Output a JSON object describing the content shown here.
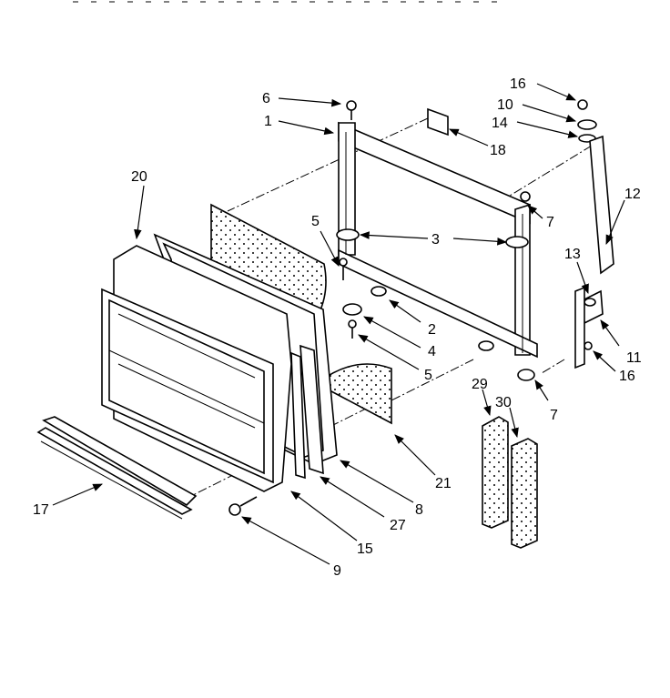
{
  "callouts": [
    {
      "id": "c1",
      "text": "1"
    },
    {
      "id": "c2",
      "text": "2"
    },
    {
      "id": "c3",
      "text": "3"
    },
    {
      "id": "c4",
      "text": "4"
    },
    {
      "id": "c5a",
      "text": "5"
    },
    {
      "id": "c5b",
      "text": "5"
    },
    {
      "id": "c6",
      "text": "6"
    },
    {
      "id": "c7a",
      "text": "7"
    },
    {
      "id": "c7b",
      "text": "7"
    },
    {
      "id": "c8",
      "text": "8"
    },
    {
      "id": "c9",
      "text": "9"
    },
    {
      "id": "c10",
      "text": "10"
    },
    {
      "id": "c11",
      "text": "11"
    },
    {
      "id": "c12",
      "text": "12"
    },
    {
      "id": "c13",
      "text": "13"
    },
    {
      "id": "c14",
      "text": "14"
    },
    {
      "id": "c15",
      "text": "15"
    },
    {
      "id": "c16a",
      "text": "16"
    },
    {
      "id": "c16b",
      "text": "16"
    },
    {
      "id": "c17",
      "text": "17"
    },
    {
      "id": "c18",
      "text": "18"
    },
    {
      "id": "c20",
      "text": "20"
    },
    {
      "id": "c21",
      "text": "21"
    },
    {
      "id": "c27",
      "text": "27"
    },
    {
      "id": "c29",
      "text": "29"
    },
    {
      "id": "c30",
      "text": "30"
    }
  ]
}
